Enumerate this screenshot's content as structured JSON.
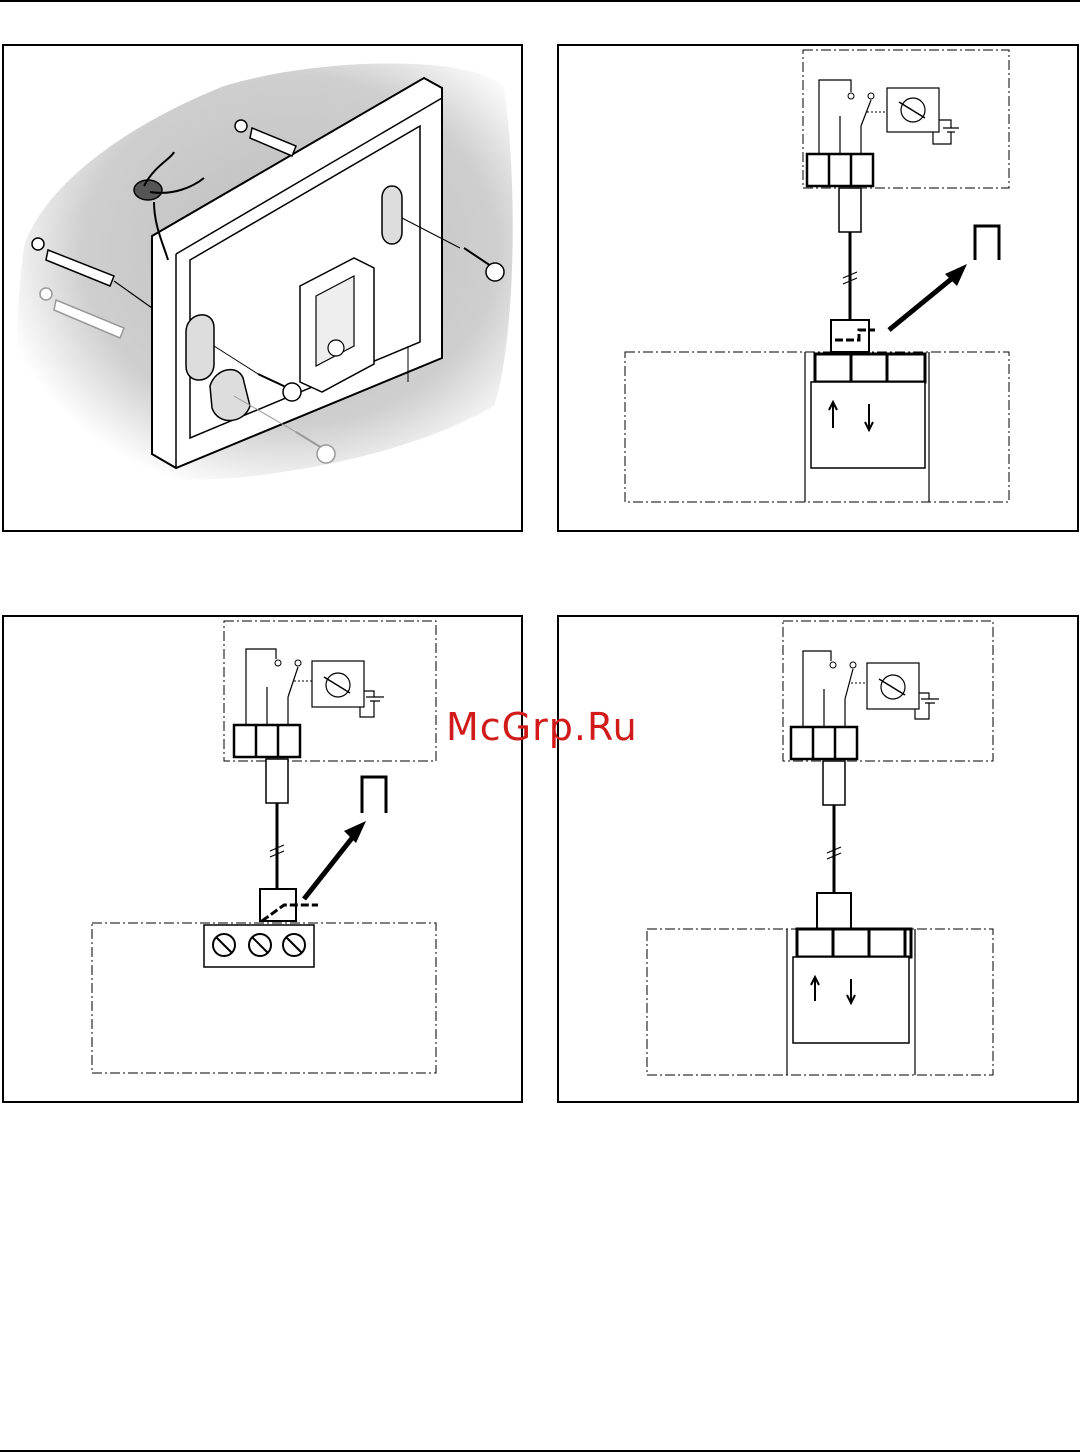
{
  "watermark": {
    "text": "McGrp.Ru",
    "color": "#d11a1a"
  },
  "figures": [
    {
      "id": "mounting",
      "icon": "wall-mounting-illustration",
      "labels": []
    },
    {
      "id": "wiring-plug-boiler",
      "icon": "wiring-diagram",
      "labels": []
    },
    {
      "id": "wiring-screw-terminal",
      "icon": "wiring-diagram",
      "labels": []
    },
    {
      "id": "wiring-direct",
      "icon": "wiring-diagram",
      "labels": []
    }
  ]
}
